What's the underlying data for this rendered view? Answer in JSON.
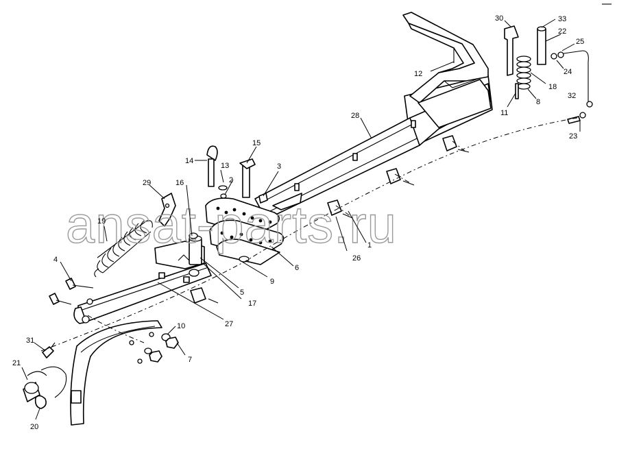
{
  "watermark": "ansat-parts.ru",
  "callouts": [
    {
      "id": "c1",
      "label": "1"
    },
    {
      "id": "c2",
      "label": "2"
    },
    {
      "id": "c3",
      "label": "3"
    },
    {
      "id": "c4",
      "label": "4"
    },
    {
      "id": "c5",
      "label": "5"
    },
    {
      "id": "c6",
      "label": "6"
    },
    {
      "id": "c7",
      "label": "7"
    },
    {
      "id": "c8",
      "label": "8"
    },
    {
      "id": "c9",
      "label": "9"
    },
    {
      "id": "c10",
      "label": "10"
    },
    {
      "id": "c11",
      "label": "11"
    },
    {
      "id": "c12",
      "label": "12"
    },
    {
      "id": "c13",
      "label": "13"
    },
    {
      "id": "c14",
      "label": "14"
    },
    {
      "id": "c15",
      "label": "15"
    },
    {
      "id": "c16",
      "label": "16"
    },
    {
      "id": "c17",
      "label": "17"
    },
    {
      "id": "c18",
      "label": "18"
    },
    {
      "id": "c19",
      "label": "19"
    },
    {
      "id": "c20",
      "label": "20"
    },
    {
      "id": "c21",
      "label": "21"
    },
    {
      "id": "c22",
      "label": "22"
    },
    {
      "id": "c23",
      "label": "23"
    },
    {
      "id": "c24",
      "label": "24"
    },
    {
      "id": "c25",
      "label": "25"
    },
    {
      "id": "c26",
      "label": "26"
    },
    {
      "id": "c27",
      "label": "27"
    },
    {
      "id": "c28",
      "label": "28"
    },
    {
      "id": "c29",
      "label": "29"
    },
    {
      "id": "c30",
      "label": "30"
    },
    {
      "id": "c31",
      "label": "31"
    },
    {
      "id": "c32",
      "label": "32"
    },
    {
      "id": "c33",
      "label": "33"
    }
  ]
}
